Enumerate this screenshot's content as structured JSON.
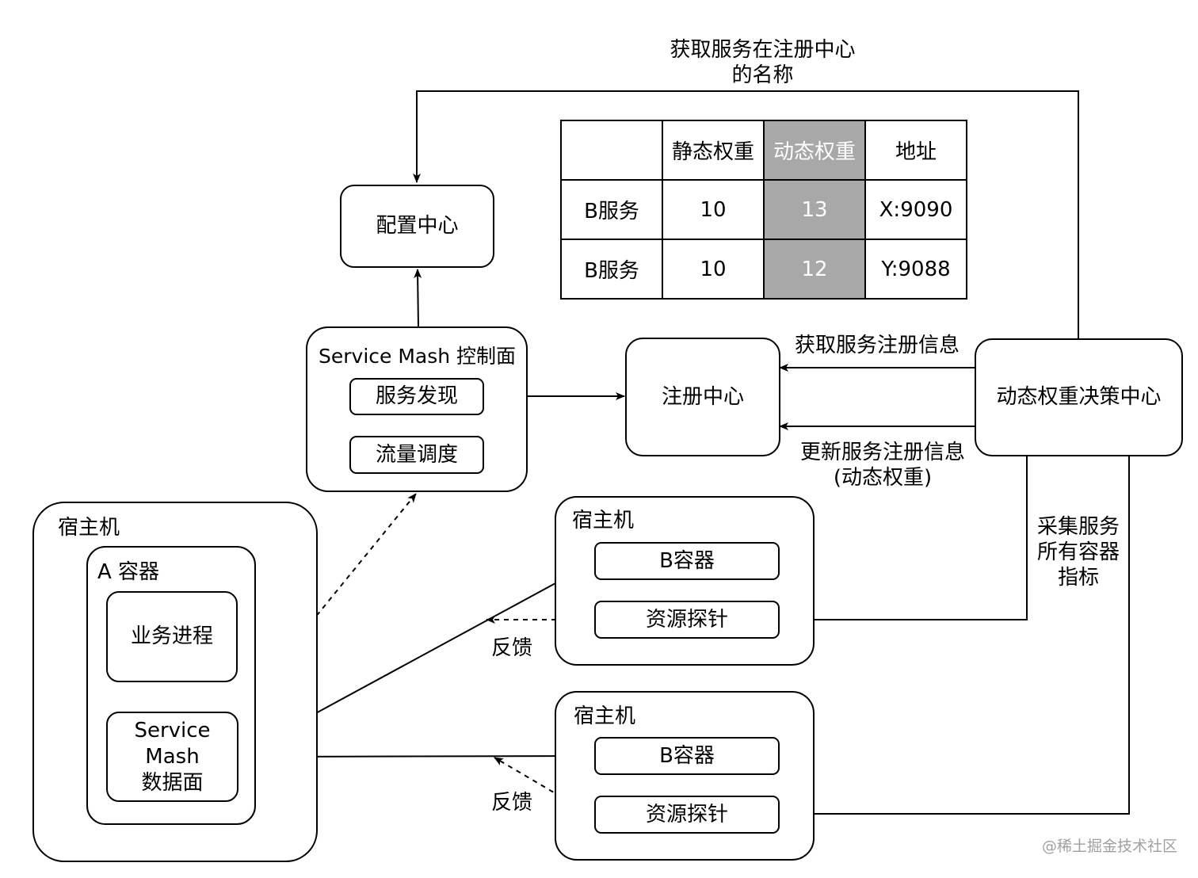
{
  "title_top": {
    "line1": "获取服务在注册中心",
    "line2": "的名称"
  },
  "config_center": "配置中心",
  "control_plane": {
    "title": "Service Mash 控制面",
    "discovery": "服务发现",
    "traffic": "流量调度"
  },
  "registry": "注册中心",
  "decision_center": "动态权重决策中心",
  "edge_labels": {
    "get_registry": "获取服务注册信息",
    "update_registry_1": "更新服务注册信息",
    "update_registry_2": "(动态权重)",
    "collect_1": "采集服务",
    "collect_2": "所有容器",
    "collect_3": "指标",
    "feedback_1": "反馈",
    "feedback_2": "反馈"
  },
  "table": {
    "headers": [
      "",
      "静态权重",
      "动态权重",
      "地址"
    ],
    "rows": [
      [
        "B服务",
        "10",
        "13",
        "X:9090"
      ],
      [
        "B服务",
        "10",
        "12",
        "Y:9088"
      ]
    ],
    "highlight_color": "#a8a8a8"
  },
  "host_a": {
    "label": "宿主机",
    "container": "A 容器",
    "process": "业务进程",
    "data_plane": {
      "line1": "Service",
      "line2": "Mash",
      "line3": "数据面"
    }
  },
  "host_b1": {
    "label": "宿主机",
    "container": "B容器",
    "probe": "资源探针"
  },
  "host_b2": {
    "label": "宿主机",
    "container": "B容器",
    "probe": "资源探针"
  },
  "watermark": "@稀土掘金技术社区"
}
